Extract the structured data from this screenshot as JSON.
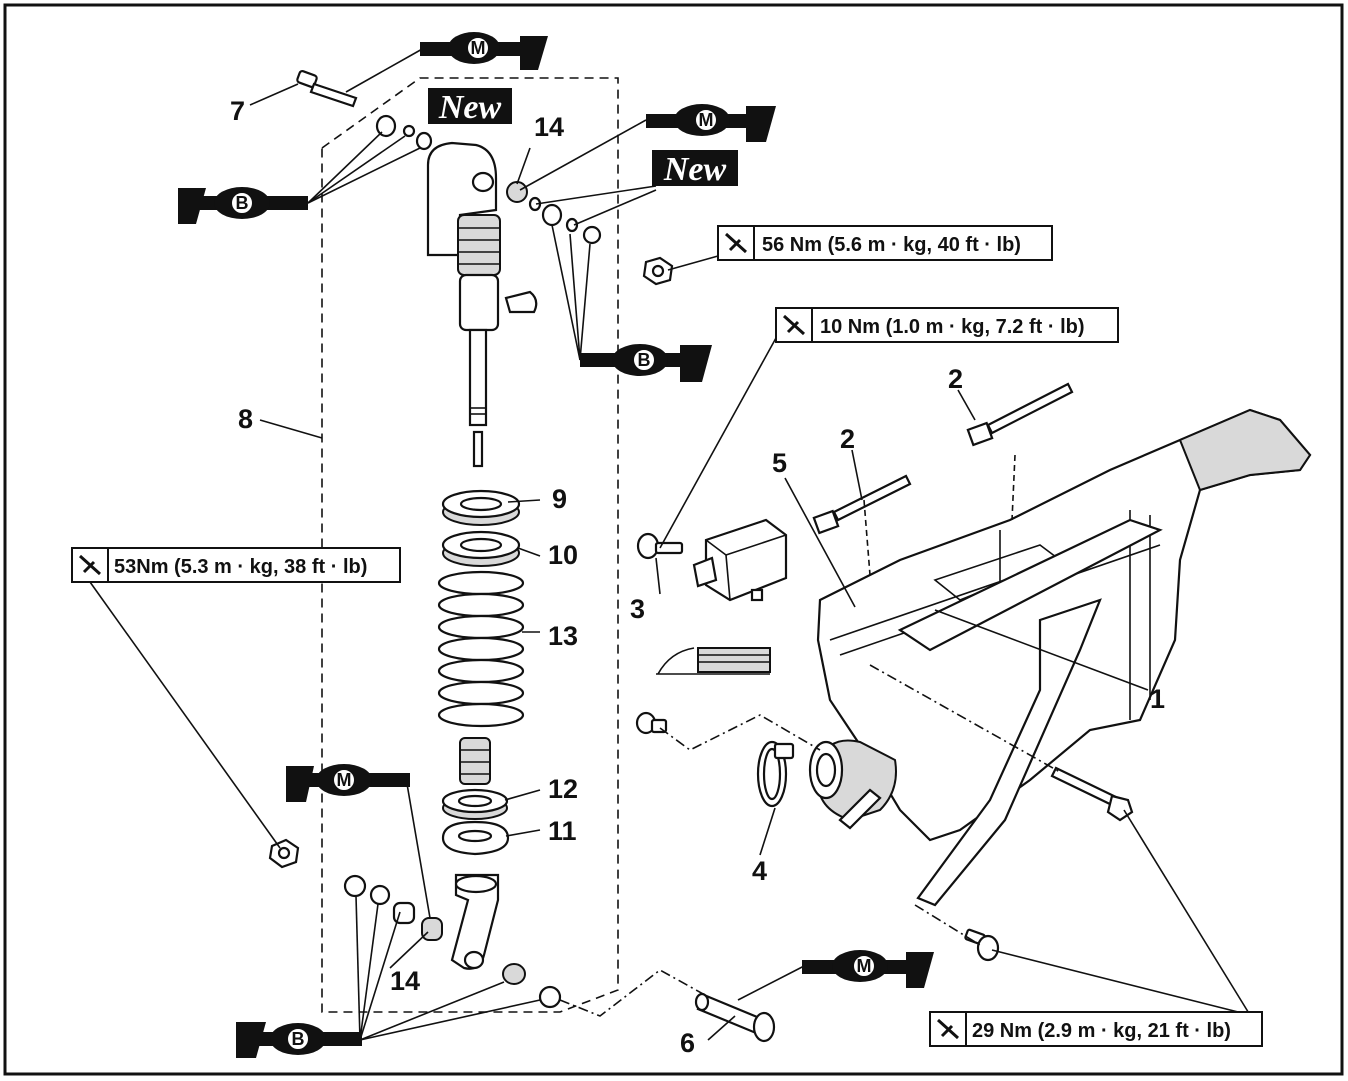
{
  "callouts": {
    "c1": "1",
    "c2a": "2",
    "c2b": "2",
    "c3": "3",
    "c4": "4",
    "c5": "5",
    "c6": "6",
    "c7": "7",
    "c8": "8",
    "c9": "9",
    "c10": "10",
    "c11": "11",
    "c12": "12",
    "c13": "13",
    "c14a": "14",
    "c14b": "14"
  },
  "torque": {
    "t1": "56 Nm (5.6 m · kg, 40 ft · lb)",
    "t2": "10 Nm (1.0 m · kg, 7.2 ft · lb)",
    "t3": "53Nm (5.3 m · kg, 38 ft · lb)",
    "t4": "29 Nm (2.9 m · kg, 21 ft · lb)"
  },
  "badges": {
    "new_a": "New",
    "new_b": "New"
  },
  "lubricants": {
    "m1": "M",
    "m2": "M",
    "m3": "M",
    "m4": "M",
    "b1": "B",
    "b2": "B",
    "b3": "B"
  }
}
